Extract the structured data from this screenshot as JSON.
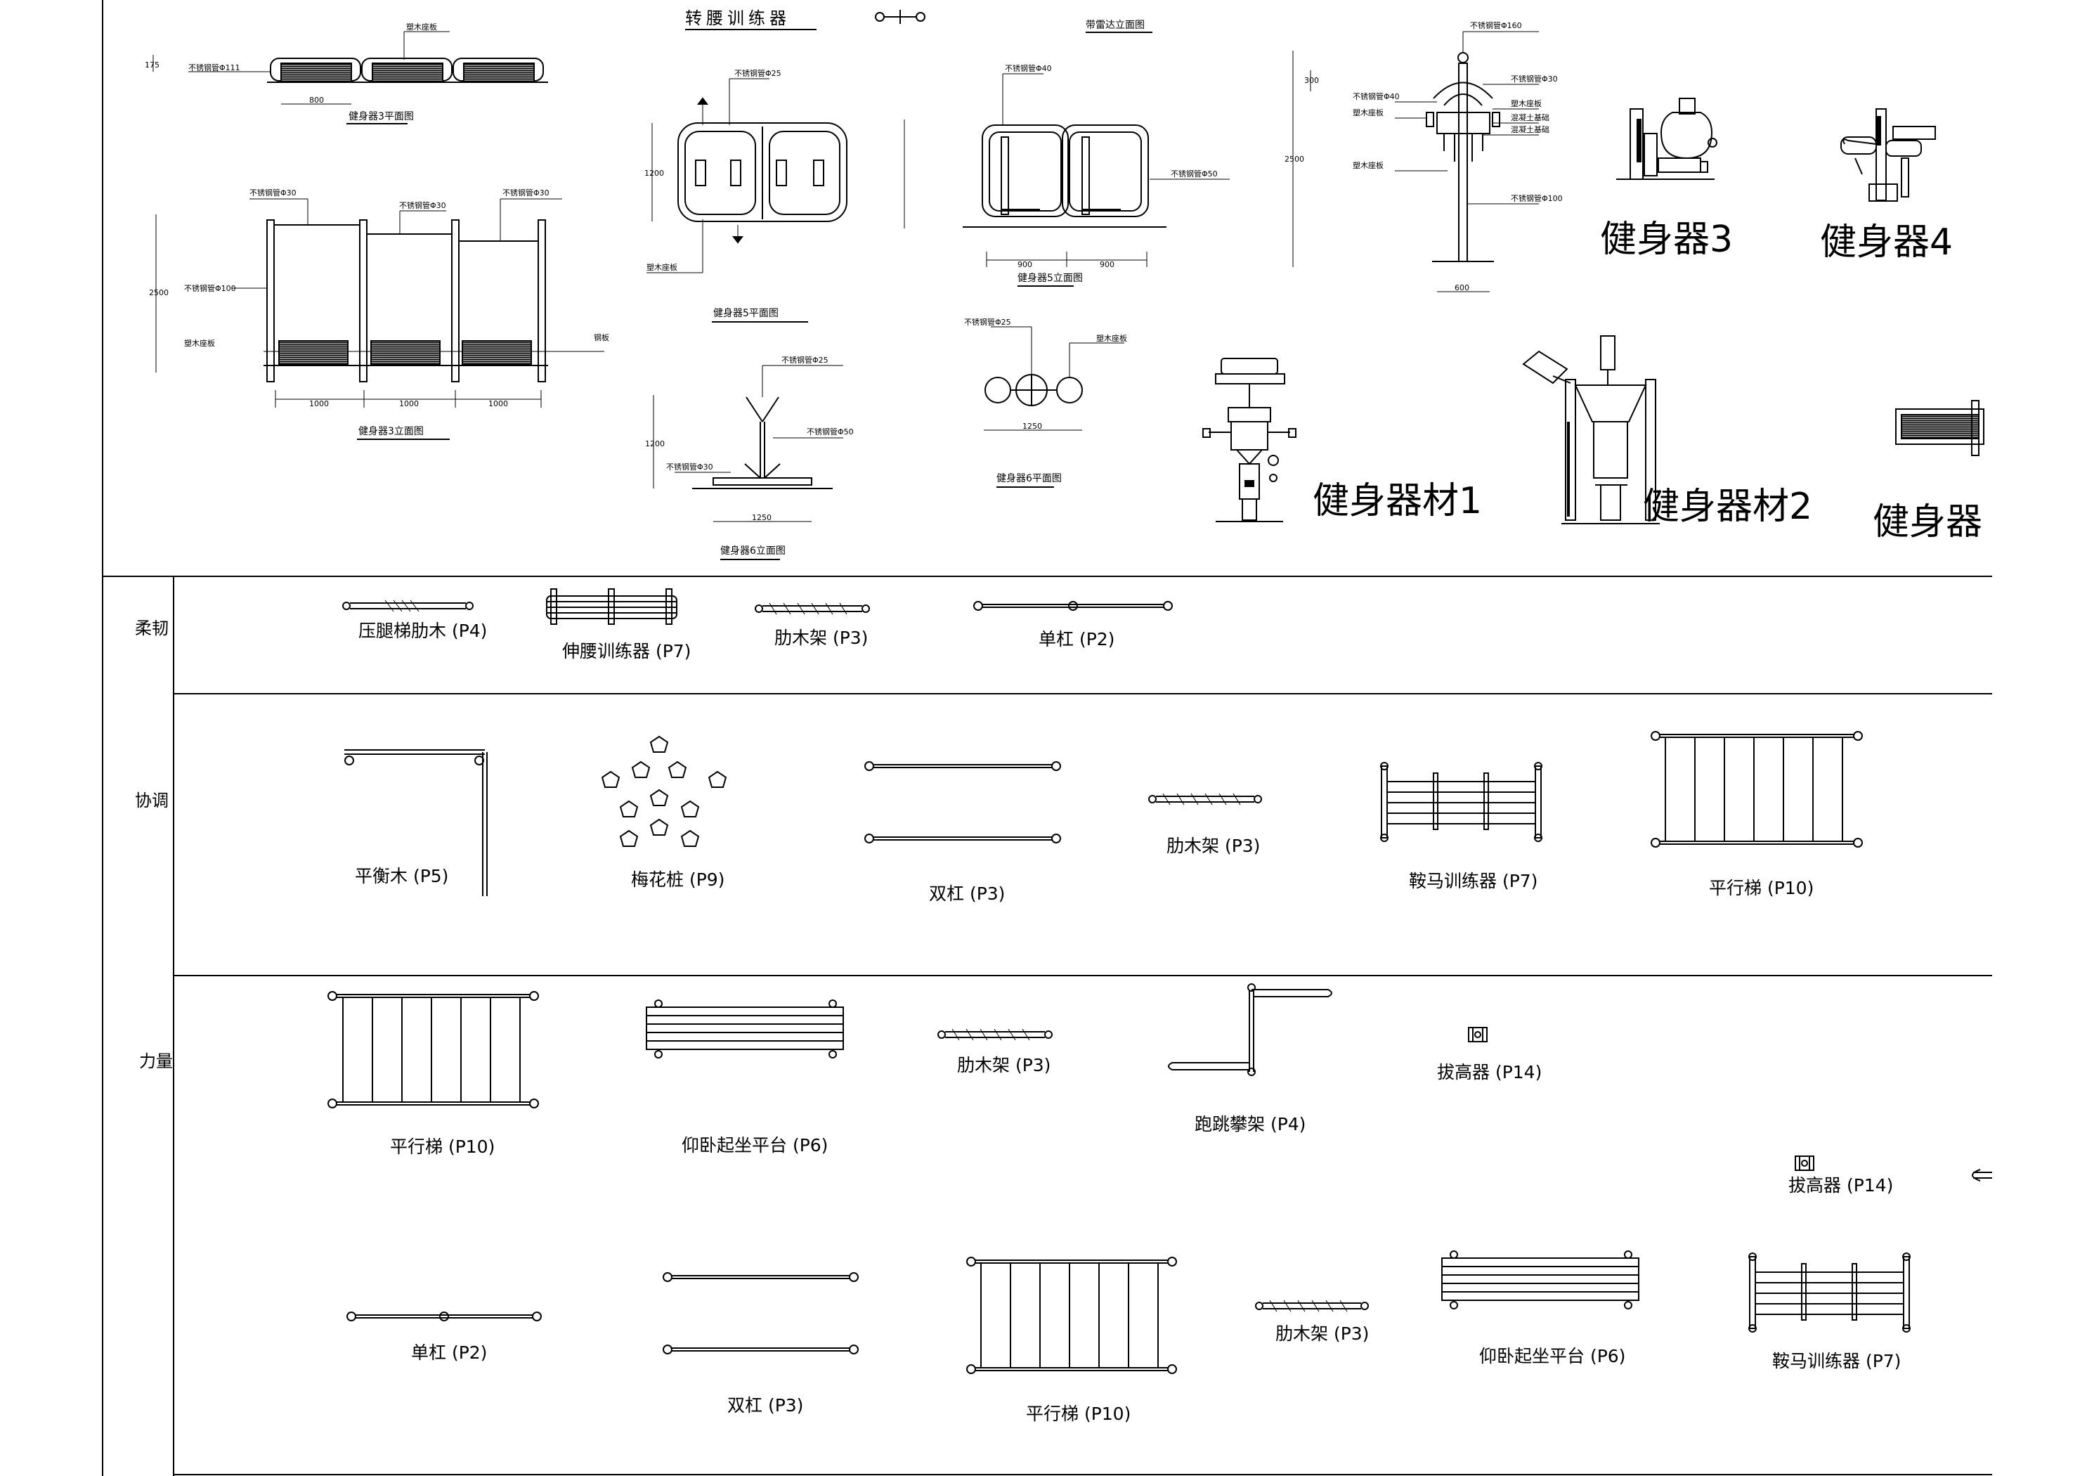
{
  "top": {
    "titles": {
      "waist_trainer": "转腰训练器",
      "eq_big1": "健身器材1",
      "eq_big2": "健身器材2",
      "eq_big3": "健身器3",
      "eq_big4": "健身器4",
      "eq_big5_partial": "健身器"
    },
    "captions": {
      "eq3_plan": "健身器3平面图",
      "eq3_elev": "健身器3立面图",
      "eq5_plan": "健身器5平面图",
      "eq5_elev": "健身器5立面图",
      "eq6_elev": "健身器6立面图",
      "eq6_plan": "健身器6平面图",
      "lamp_elev": "带雷达立面图"
    },
    "annotations": {
      "pipe160": "不锈钢管Φ160",
      "pipe140": "不锈钢管Φ40",
      "pipe130": "不锈钢管Φ30",
      "pipe100": "不锈钢管Φ100",
      "pipe50": "不锈钢管Φ50",
      "pipe125": "不锈钢管Φ25",
      "base": "混凝土基础",
      "part": "塑木座板",
      "steel": "钢板",
      "steel111": "不锈钢管Φ111"
    },
    "dims": {
      "d800": "800",
      "d1000": "1000",
      "d900": "900",
      "d600": "600",
      "d1250": "1250",
      "d1200": "1200",
      "d2500": "2500",
      "d1000b": "1000",
      "d300": "300",
      "d175": "175"
    }
  },
  "rows": [
    {
      "label": "柔韧"
    },
    {
      "label": "协调"
    },
    {
      "label": "力量"
    }
  ],
  "items": {
    "r1": [
      "压腿梯肋木 (P4)",
      "伸腰训练器 (P7)",
      "肋木架 (P3)",
      "单杠 (P2)"
    ],
    "r2": [
      "平衡木 (P5)",
      "梅花桩 (P9)",
      "双杠 (P3)",
      "肋木架 (P3)",
      "鞍马训练器 (P7)",
      "平行梯 (P10)"
    ],
    "r3a": [
      "平行梯 (P10)",
      "仰卧起坐平台 (P6)",
      "肋木架 (P3)",
      "跑跳攀架 (P4)",
      "拔高器 (P14)",
      "拔高器 (P14)"
    ],
    "r3b": [
      "单杠 (P2)",
      "双杠 (P3)",
      "平行梯 (P10)",
      "肋木架 (P3)",
      "仰卧起坐平台 (P6)",
      "鞍马训练器 (P7)"
    ]
  },
  "colors": {
    "ink": "#000000",
    "paper": "#ffffff"
  }
}
